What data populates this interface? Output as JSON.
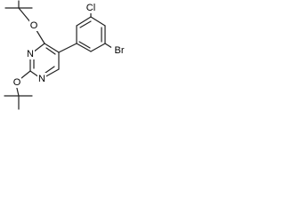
{
  "molecule": {
    "atom_labels": {
      "o_top": "O",
      "o_bottom": "O",
      "n_upper": "N",
      "n_lower": "N",
      "chlorine": "Cl",
      "bromine": "Br"
    },
    "colors": {
      "bond": "#222222",
      "label": "#000000",
      "background": "#ffffff"
    }
  }
}
